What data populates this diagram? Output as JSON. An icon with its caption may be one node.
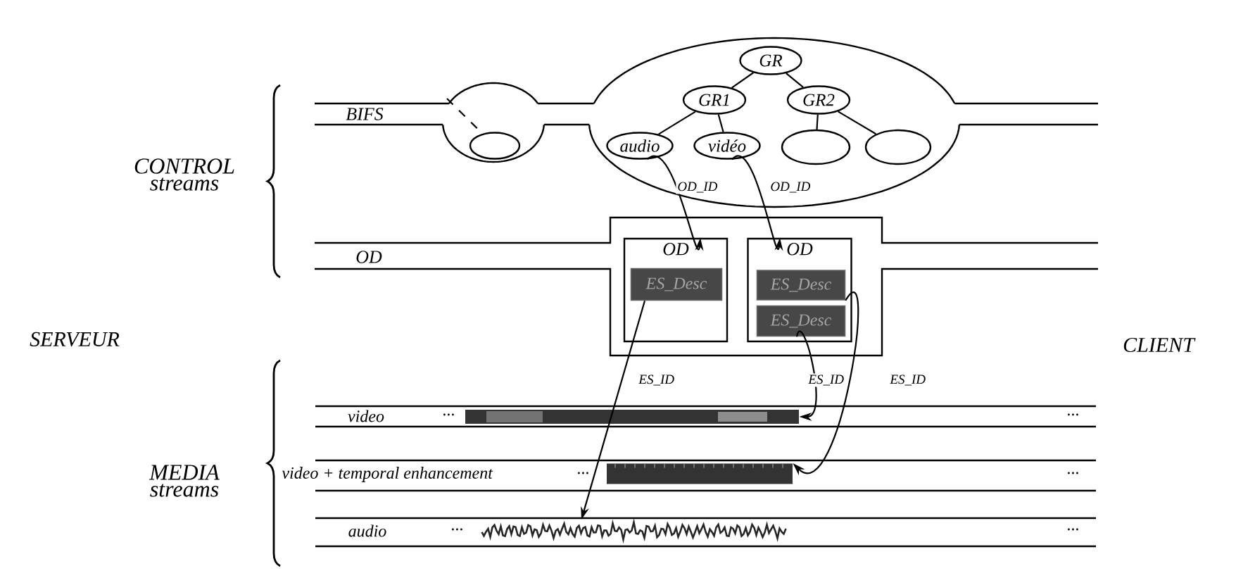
{
  "diagram": {
    "nodes": [
      {
        "text": [
          "GR"
        ]
      },
      {
        "text": [
          "GR1"
        ]
      },
      {
        "text": [
          "GR2"
        ]
      },
      {
        "text": [],
        "shape": "ellipse"
      },
      {
        "text": [
          "audio"
        ]
      },
      {
        "text": [
          "vidéo"
        ]
      },
      {
        "text": [],
        "shape": "ellipse"
      },
      {
        "text": [],
        "shape": "ellipse"
      },
      {
        "text": [
          "OD"
        ]
      },
      {
        "text": [
          "ES_Desc"
        ],
        "in": 8
      },
      {
        "text": [
          "OD"
        ]
      },
      {
        "text": [
          "ES_Desc"
        ],
        "in": 10
      },
      {
        "text": [
          "ES_Desc"
        ],
        "in": 10
      },
      {
        "text": [],
        "shape": "bar"
      },
      {
        "text": [],
        "shape": "bar"
      },
      {
        "text": [],
        "shape": "waveform"
      }
    ],
    "edges": [
      {
        "from": 0,
        "to": 1,
        "arrow": "none"
      },
      {
        "from": 0,
        "to": 2,
        "arrow": "none"
      },
      {
        "from": 1,
        "to": 4,
        "arrow": "none"
      },
      {
        "from": 1,
        "to": 5,
        "arrow": "none"
      },
      {
        "from": 2,
        "to": 6,
        "arrow": "none"
      },
      {
        "from": 2,
        "to": 7,
        "arrow": "none"
      },
      {
        "from": null,
        "to": 3,
        "arrow": "none",
        "style": "dashed"
      },
      {
        "from": 4,
        "to": 8,
        "arrow": "to",
        "label": "OD_ID"
      },
      {
        "from": 5,
        "to": 10,
        "arrow": "to",
        "label": "OD_ID"
      },
      {
        "from": 9,
        "to": 15,
        "arrow": "to",
        "label": "ES_ID"
      },
      {
        "from": 12,
        "to": 13,
        "arrow": "to",
        "label": "ES_ID"
      },
      {
        "from": 11,
        "to": 14,
        "arrow": "to",
        "label": "ES_ID"
      }
    ],
    "labels": [
      "BIFS",
      "OD",
      "CONTROL streams",
      "SERVEUR",
      "CLIENT",
      "MEDIA streams",
      "video",
      "...",
      "...",
      "video + temporal enhancement",
      "...",
      "...",
      "audio",
      "...",
      "..."
    ]
  }
}
